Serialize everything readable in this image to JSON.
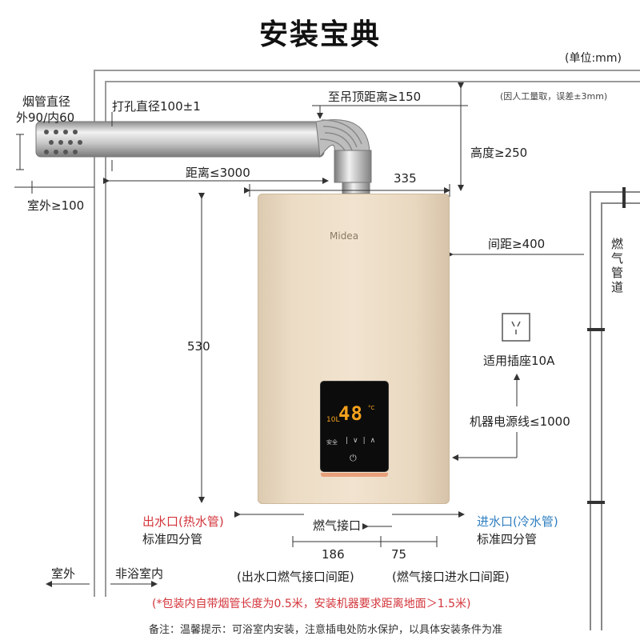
{
  "title": "安装宝典",
  "unit": "(单位:mm)",
  "error_note": "(因人工量取，误差±3mm)",
  "flue_diameter_line1": "烟管直径",
  "flue_diameter_line2": "外90/内60",
  "hole_diameter": "打孔直径100±1",
  "ceiling_distance": "至吊顶距离≥150",
  "height_label": "高度≥250",
  "distance_3000": "距离≤3000",
  "width_335": "335",
  "outdoor_100": "室外≥100",
  "spacing_400": "间距≥400",
  "gas_pipe_label": "燃气管道",
  "height_530": "530",
  "socket_label": "适用插座10A",
  "power_cord": "机器电源线≤1000",
  "brand": "Midea",
  "display": {
    "temp": "48",
    "unit": "°C",
    "flow": "10L",
    "button_label": "安全"
  },
  "hot_outlet_line1": "出水口(热水管)",
  "hot_outlet_line2": "标准四分管",
  "gas_inlet": "燃气接口",
  "cold_inlet_line1": "进水口(冷水管)",
  "cold_inlet_line2": "标准四分管",
  "dist_186": "186",
  "dist_75": "75",
  "dist_186_desc": "(出水口燃气接口间距)",
  "dist_75_desc": "(燃气接口进水口间距)",
  "outdoor": "室外",
  "indoor": "非浴室内",
  "warning": "(*包装内自带烟管长度为0.5米，安装机器要求距离地面＞1.5米)",
  "footnote": "备注：温馨提示：可浴室内安装，注意插电处防水保护，以具体安装条件为准",
  "colors": {
    "red": "#d3343a",
    "blue": "#2f7fc1",
    "heater": "#ecdcc5"
  }
}
